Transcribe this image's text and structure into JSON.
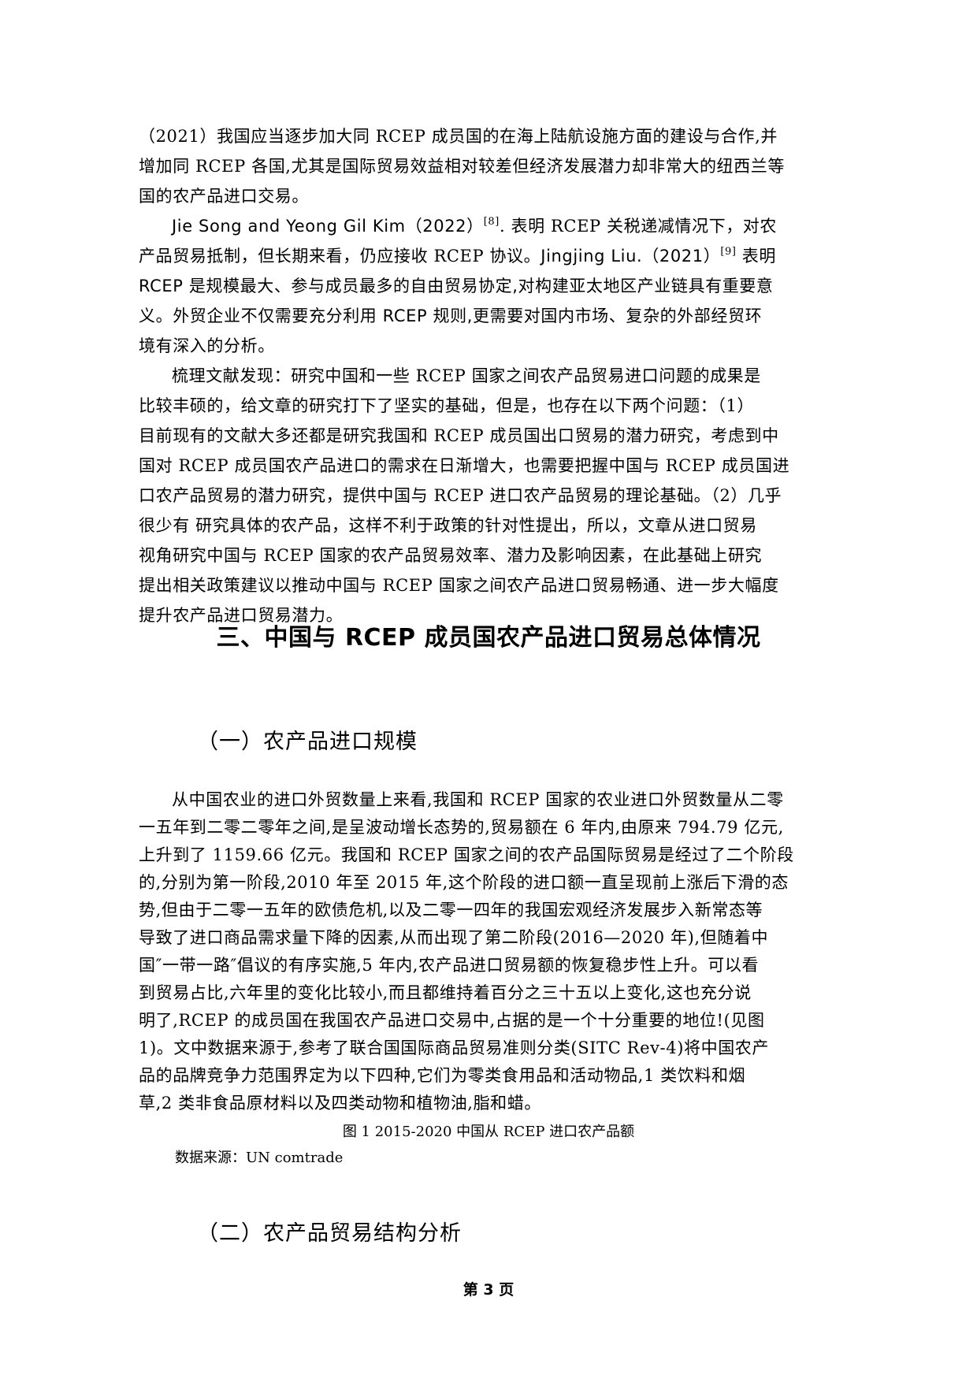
{
  "document": {
    "intro_paragraph_1": {
      "lines": [
        "（2021）我国应当逐步加大同 RCEP 成员国的在海上陆航设施方面的建设与合作,并",
        "增加同 RCEP 各国,尤其是国际贸易效益相对较差但经济发展潜力却非常大的纽西兰等",
        "国的农产品进口交易。"
      ]
    },
    "intro_paragraph_2": {
      "line1_author": "Jie Song and Yeong Gil Kim（2022）",
      "line1_ref": "[8]",
      "line1_rest": ". 表明 RCEP 关税递减情况下，对农",
      "line2_start": "产品贸易抵制，但长期来看，仍应接收 RCEP 协议。",
      "line2_author": "Jingjing Liu.（2021）",
      "line2_ref": "[9]",
      "line2_rest": " 表明",
      "line3": "RCEP 是规模最大、参与成员最多的自由贸易协定,对构建亚太地区产业链具有重要意",
      "line4": "义。外贸企业不仅需要充分利用 RCEP 规则,更需要对国内市场、复杂的外部经贸环",
      "line5": "境有深入的分析。"
    },
    "intro_paragraph_3": {
      "lines": [
        "梳理文献发现：研究中国和一些  RCEP  国家之间农产品贸易进口问题的成果是",
        "比较丰硕的，给文章的研究打下了坚实的基础，但是，也存在以下两个问题：（1）",
        "目前现有的文献大多还都是研究我国和 RCEP 成员国出口贸易的潜力研究，考虑到中",
        "国对 RCEP 成员国农产品进口的需求在日渐增大，也需要把握中国与 RCEP 成员国进",
        "口农产品贸易的潜力研究，提供中国与 RCEP 进口农产品贸易的理论基础。（2）几乎",
        "很少有  研究具体的农产品，这样不利于政策的针对性提出，所以，文章从进口贸易",
        "视角研究中国与  RCEP 国家的农产品贸易效率、潜力及影响因素，在此基础上研究",
        "提出相关政策建议以推动中国与 RCEP 国家之间农产品进口贸易畅通、进一步大幅度",
        "提升农产品进口贸易潜力。"
      ]
    },
    "section_heading": "三、中国与 RCEP 成员国农产品进口贸易总体情况",
    "subsection_1_heading": "（一）农产品进口规模",
    "subsection_1_paragraph": {
      "lines": [
        "从中国农业的进口外贸数量上来看,我国和 RCEP 国家的农业进口外贸数量从二零",
        "一五年到二零二零年之间,是呈波动增长态势的,贸易额在 6 年内,由原来 794.79 亿元,",
        "上升到了 1159.66 亿元。我国和 RCEP 国家之间的农产品国际贸易是经过了二个阶段",
        "的,分别为第一阶段,2010 年至 2015 年,这个阶段的进口额一直呈现前上涨后下滑的态",
        "势,但由于二零一五年的欧债危机,以及二零一四年的我国宏观经济发展步入新常态等",
        "导致了进口商品需求量下降的因素,从而出现了第二阶段(2016—2020 年),但随着中",
        "国″一带一路″倡议的有序实施,5 年内,农产品进口贸易额的恢复稳步性上升。可以看",
        "到贸易占比,六年里的变化比较小,而且都维持着百分之三十五以上变化,这也充分说",
        "明了,RCEP 的成员国在我国农产品进口交易中,占据的是一个十分重要的地位!(见图",
        "1)。文中数据来源于,参考了联合国国际商品贸易准则分类(SITC Rev-4)将中国农产",
        "品的品牌竞争力范围界定为以下四种,它们为零类食用品和活动物品,1 类饮料和烟",
        "草,2 类非食品原材料以及四类动物和植物油,脂和蜡。"
      ]
    },
    "figure_caption": "图 1 2015-2020 中国从 RCEP 进口农产品额",
    "figure_source": "数据来源：UN comtrade",
    "subsection_2_heading": "（二）农产品贸易结构分析",
    "page_footer": "第 3 页"
  }
}
